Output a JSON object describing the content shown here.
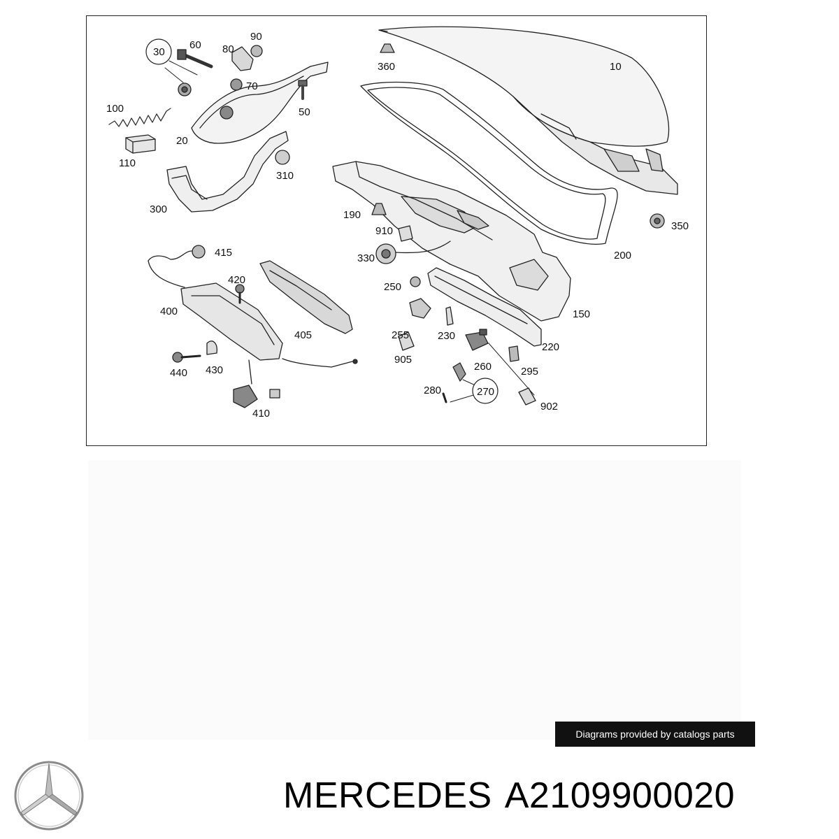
{
  "diagram": {
    "part_labels": [
      {
        "id": "p10",
        "text": "10"
      },
      {
        "id": "p20",
        "text": "20"
      },
      {
        "id": "p30",
        "text": "30"
      },
      {
        "id": "p50",
        "text": "50"
      },
      {
        "id": "p60",
        "text": "60"
      },
      {
        "id": "p70",
        "text": "70"
      },
      {
        "id": "p80",
        "text": "80"
      },
      {
        "id": "p90",
        "text": "90"
      },
      {
        "id": "p100",
        "text": "100"
      },
      {
        "id": "p110",
        "text": "110"
      },
      {
        "id": "p150",
        "text": "150"
      },
      {
        "id": "p190",
        "text": "190"
      },
      {
        "id": "p200",
        "text": "200"
      },
      {
        "id": "p220",
        "text": "220"
      },
      {
        "id": "p230",
        "text": "230"
      },
      {
        "id": "p250",
        "text": "250"
      },
      {
        "id": "p255",
        "text": "255"
      },
      {
        "id": "p260",
        "text": "260"
      },
      {
        "id": "p270",
        "text": "270"
      },
      {
        "id": "p280",
        "text": "280"
      },
      {
        "id": "p295",
        "text": "295"
      },
      {
        "id": "p300",
        "text": "300"
      },
      {
        "id": "p310",
        "text": "310"
      },
      {
        "id": "p330",
        "text": "330"
      },
      {
        "id": "p350",
        "text": "350"
      },
      {
        "id": "p360",
        "text": "360"
      },
      {
        "id": "p400",
        "text": "400"
      },
      {
        "id": "p405",
        "text": "405"
      },
      {
        "id": "p410",
        "text": "410"
      },
      {
        "id": "p415",
        "text": "415"
      },
      {
        "id": "p420",
        "text": "420"
      },
      {
        "id": "p430",
        "text": "430"
      },
      {
        "id": "p440",
        "text": "440"
      },
      {
        "id": "p902",
        "text": "902"
      },
      {
        "id": "p905",
        "text": "905"
      },
      {
        "id": "p910",
        "text": "910"
      }
    ]
  },
  "credit": "Diagrams provided by catalogs parts",
  "brand": {
    "name": "MERCEDES",
    "part_number": "A2109900020"
  }
}
